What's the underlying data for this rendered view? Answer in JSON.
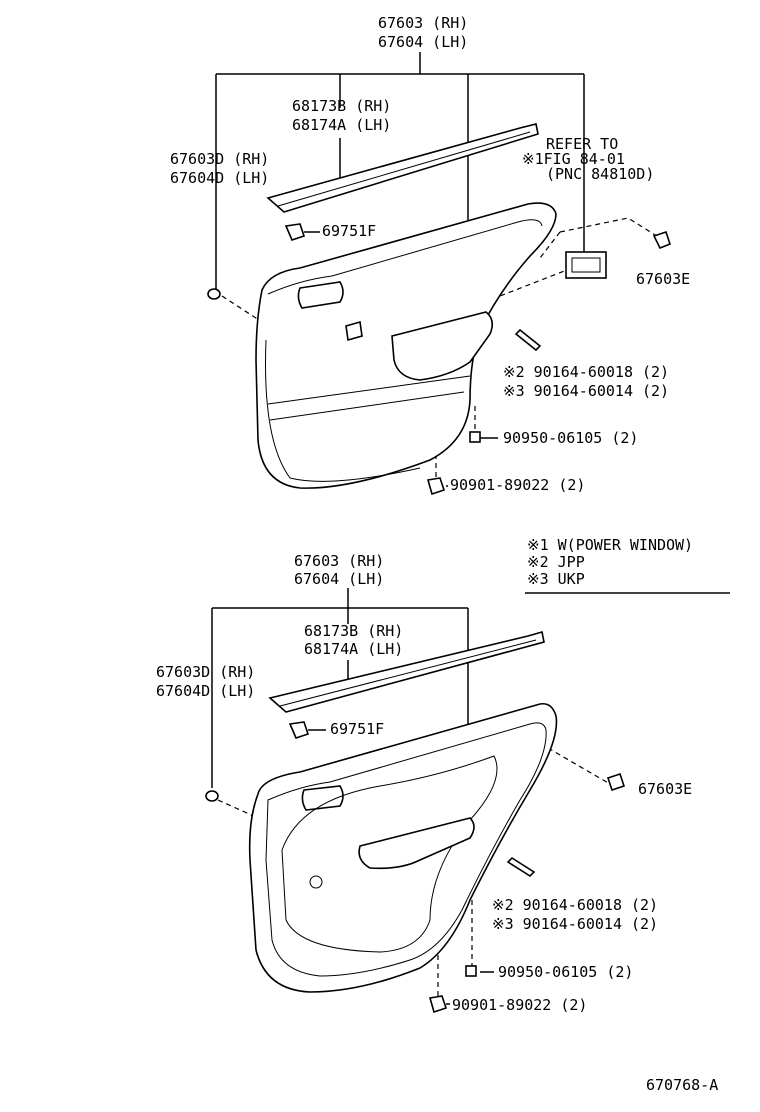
{
  "upper": {
    "panel_rh": "67603 (RH)",
    "panel_lh": "67604 (LH)",
    "weatherstrip_rh": "68173B (RH)",
    "weatherstrip_lh": "68174A (LH)",
    "clip_rh": "67603D (RH)",
    "clip_lh": "67604D (LH)",
    "fastener": "69751F",
    "refer_line1": "REFER TO",
    "refer_line2": "※1FIG 84-01",
    "refer_line3": "(PNC 84810D)",
    "grommet": "67603E",
    "screw_jpp": "※2 90164-60018 (2)",
    "screw_ukp": "※3 90164-60014 (2)",
    "cap": "90950-06105 (2)",
    "clip_bottom": "90901-89022 (2)"
  },
  "legend": {
    "note1": "※1 W(POWER WINDOW)",
    "note2": "※2 JPP",
    "note3": "※3 UKP"
  },
  "lower": {
    "panel_rh": "67603 (RH)",
    "panel_lh": "67604 (LH)",
    "weatherstrip_rh": "68173B (RH)",
    "weatherstrip_lh": "68174A (LH)",
    "clip_rh": "67603D (RH)",
    "clip_lh": "67604D (LH)",
    "fastener": "69751F",
    "grommet": "67603E",
    "screw_jpp": "※2 90164-60018 (2)",
    "screw_ukp": "※3 90164-60014 (2)",
    "cap": "90950-06105 (2)",
    "clip_bottom": "90901-89022 (2)"
  },
  "figure_id": "670768-A"
}
